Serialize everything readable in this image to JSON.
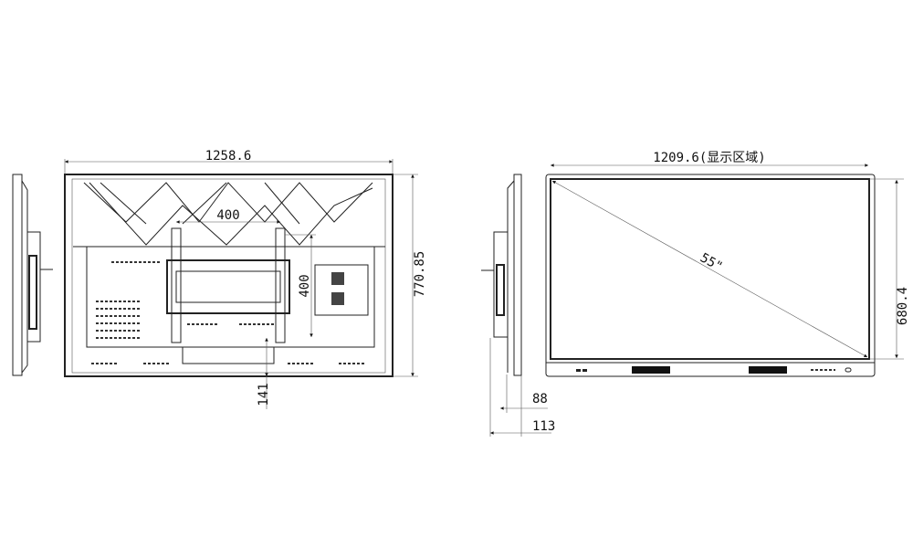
{
  "rear_view": {
    "width_label": "1258.6",
    "height_label": "770.85",
    "vesa_h_label": "400",
    "vesa_v_label": "400",
    "bottom_offset_label": "141"
  },
  "front_view": {
    "display_width_label": "1209.6(显示区域)",
    "diagonal_label": "55\"",
    "display_height_label": "680.4"
  },
  "side_view": {
    "depth_label": "88",
    "total_depth_label": "113"
  }
}
